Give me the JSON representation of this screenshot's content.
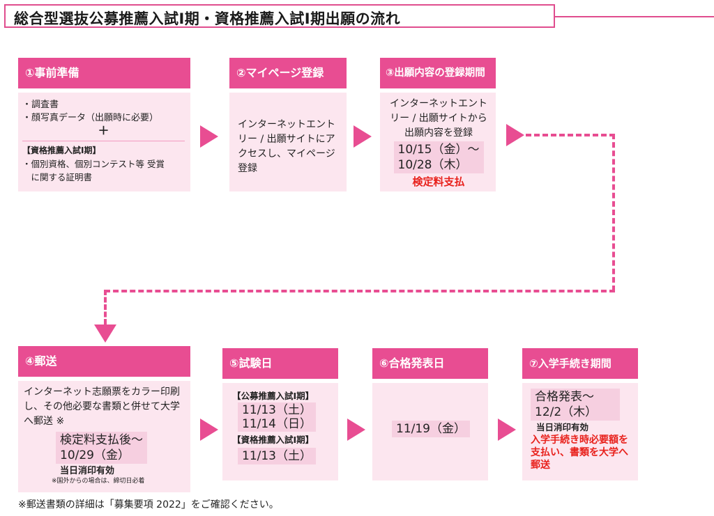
{
  "title": "総合型選抜公募推薦入試Ⅰ期・資格推薦入試Ⅰ期出願の流れ",
  "colors": {
    "accent": "#e84d92",
    "panel": "#fce6ef",
    "highlight": "#f6cfe0",
    "alert": "#e8211c"
  },
  "steps": [
    {
      "label": "①事前準備",
      "items": [
        "・調査書",
        "・顔写真データ（出願時に必要）"
      ],
      "plus": "＋",
      "sub_heading": "【資格推薦入試Ⅰ期】",
      "sub_items": [
        "・個別資格、個別コンテスト等 受賞",
        "　に関する証明書"
      ]
    },
    {
      "label": "②マイページ登録",
      "text": "インターネットエントリー / 出願サイトにアクセスし、マイページ登録"
    },
    {
      "label": "③出願内容の登録期間",
      "text": "インターネットエントリー / 出願サイトから出願内容を登録",
      "date_start": "10/15（金）～",
      "date_end": "10/28（木）",
      "note": "検定料支払"
    },
    {
      "label": "④郵送",
      "text": "インターネット志願票をカラー印刷し、その他必要な書類と併せて大学へ郵送 ※",
      "date_start": "検定料支払後～",
      "date_end": "10/29（金）",
      "postmark": "当日消印有効",
      "small_note": "※国外からの場合は、締切日必着"
    },
    {
      "label": "⑤試験日",
      "group1_heading": "【公募推薦入試Ⅰ期】",
      "group1_dates": [
        "11/13（土）",
        "11/14（日）"
      ],
      "group2_heading": "【資格推薦入試Ⅰ期】",
      "group2_dates": [
        "11/13（土）"
      ]
    },
    {
      "label": "⑥合格発表日",
      "date": "11/19（金）"
    },
    {
      "label": "⑦入学手続き期間",
      "date_start": "合格発表～",
      "date_end": "12/2（木）",
      "postmark": "当日消印有効",
      "note": "入学手続き時必要額を支払い、書類を大学へ郵送"
    }
  ],
  "footer": "※郵送書類の詳細は「募集要項 2022」をご確認ください。",
  "icons": {
    "flow_arrow": "right-triangle-arrow",
    "down_arrow": "down-triangle-arrow"
  }
}
